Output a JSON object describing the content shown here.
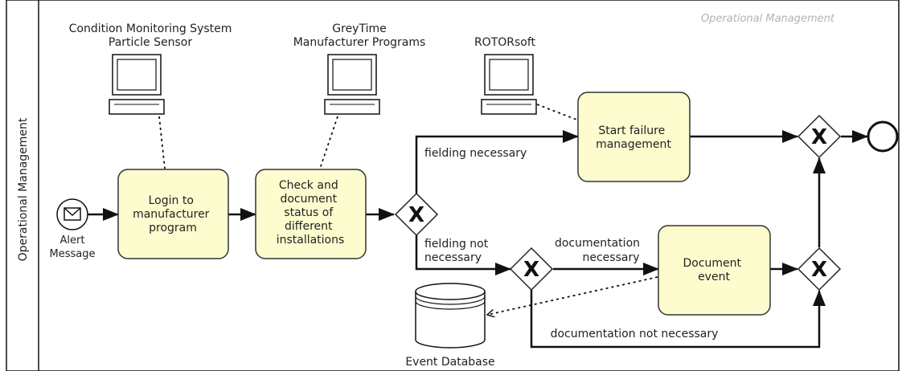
{
  "lane": {
    "title": "Operational Management",
    "watermark": "Operational Management"
  },
  "systems": {
    "cms_line1": "Condition Monitoring System",
    "cms_line2": "Particle Sensor",
    "greytime_line1": "GreyTime",
    "greytime_line2": "Manufacturer Programs",
    "rotorsoft": "ROTORsoft"
  },
  "start_event": {
    "line1": "Alert",
    "line2": "Message"
  },
  "tasks": {
    "login": [
      "Login to",
      "manufacturer",
      "program"
    ],
    "check": [
      "Check and",
      "document",
      "status of",
      "different",
      "installations"
    ],
    "failure": [
      "Start failure",
      "management"
    ],
    "document": [
      "Document",
      "event"
    ]
  },
  "gateway_symbol": "X",
  "flow_labels": {
    "fielding_necessary": "fielding necessary",
    "fielding_not_1": "fielding not",
    "fielding_not_2": "necessary",
    "doc_necessary_1": "documentation",
    "doc_necessary_2": "necessary",
    "doc_not_necessary": "documentation not necessary"
  },
  "data_store": {
    "label": "Event Database"
  }
}
